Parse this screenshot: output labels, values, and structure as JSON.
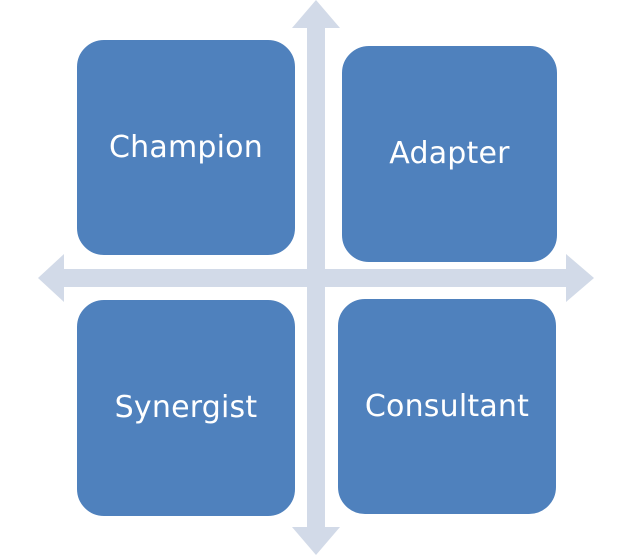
{
  "quadrants": {
    "top_left": {
      "label": "Champion"
    },
    "top_right": {
      "label": "Adapter"
    },
    "bottom_left": {
      "label": "Synergist"
    },
    "bottom_right": {
      "label": "Consultant"
    }
  },
  "colors": {
    "box_fill": "#4f81bd",
    "box_border": "#ffffff",
    "axis": "#d2dae8",
    "text": "#ffffff"
  }
}
